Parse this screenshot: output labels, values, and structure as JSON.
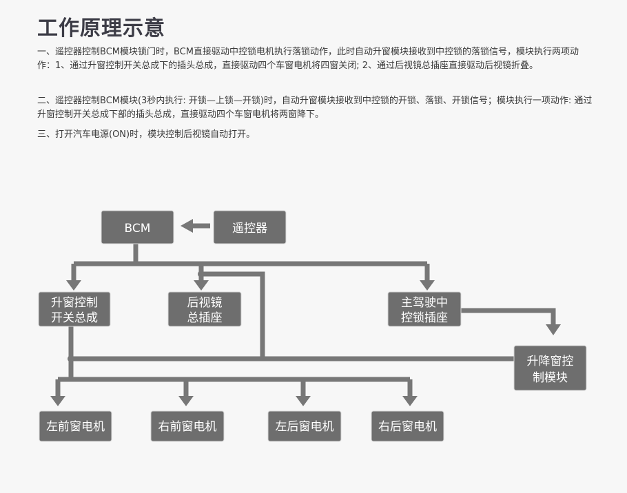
{
  "title": "工作原理示意",
  "paragraphs": [
    "一、遥控器控制BCM模块锁门时，BCM直接驱动中控锁电机执行落锁动作，此时自动升窗模块接收到中控锁的落锁信号，模块执行两项动作：1、通过升窗控制开关总成下的插头总成，直接驱动四个车窗电机将四窗关闭; 2、通过后视镜总插座直接驱动后视镜折叠。",
    "二、遥控器控制BCM模块(3秒内执行: 开锁—上锁—开锁)时，自动升窗模块接收到中控锁的开锁、落锁、开锁信号；模块执行一项动作: 通过升窗控制开关总成下部的插头总成，直接驱动四个车窗电机将两窗降下。",
    "三、打开汽车电源(ON)时，模块控制后视镜自动打开。"
  ],
  "diagram": {
    "nodes": {
      "bcm": [
        "BCM"
      ],
      "remote": [
        "遥控器"
      ],
      "window_switch": [
        "升窗控制",
        "开关总成"
      ],
      "mirror": [
        "后视镜",
        "总插座"
      ],
      "lock": [
        "主驾驶中",
        "控锁插座"
      ],
      "module": [
        "升降窗控",
        "制模块"
      ],
      "motor_fl": [
        "左前窗电机"
      ],
      "motor_fr": [
        "右前窗电机"
      ],
      "motor_rl": [
        "左后窗电机"
      ],
      "motor_rr": [
        "右后窗电机"
      ]
    }
  }
}
